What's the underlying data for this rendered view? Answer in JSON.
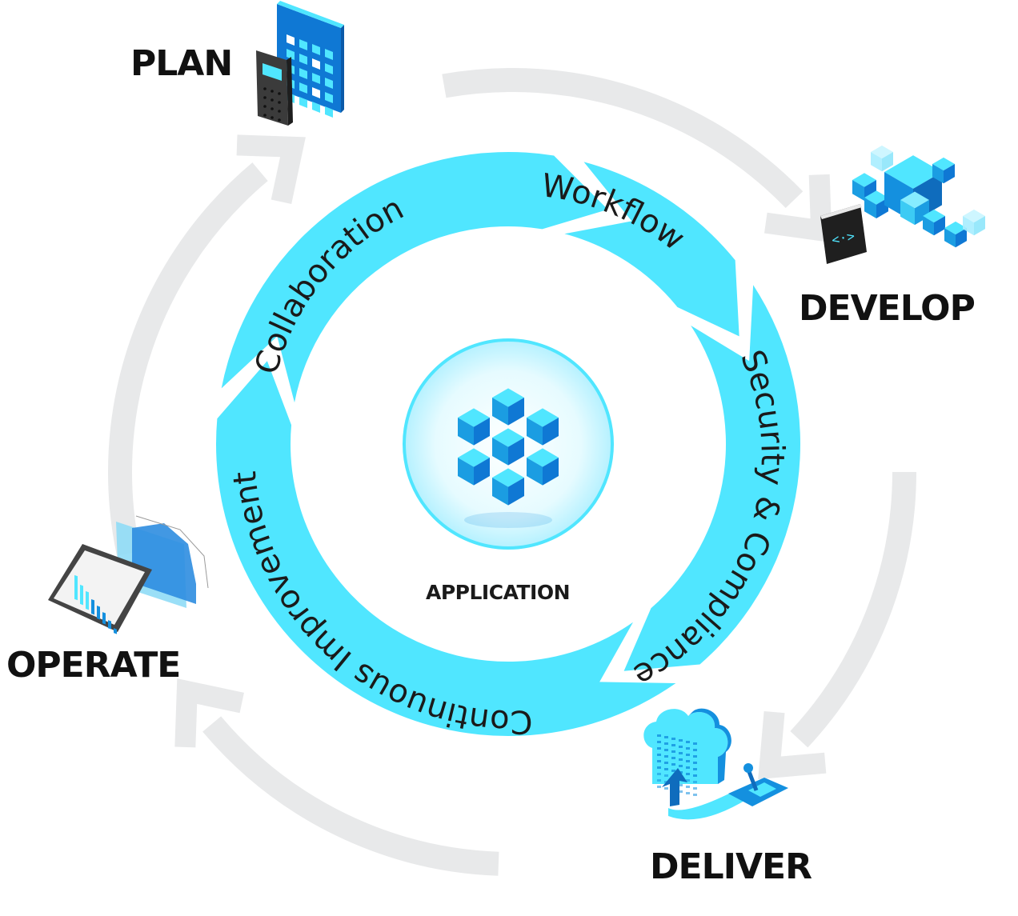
{
  "title": "DevOps lifecycle",
  "center": {
    "label": "APPLICATION",
    "icon": "cube-cluster-icon"
  },
  "inner_ring": {
    "color": "#50e6ff",
    "segments": [
      {
        "label": "Collaboration"
      },
      {
        "label": "Workflow"
      },
      {
        "label": "Security & Compliance"
      },
      {
        "label": "Continuous Improvement"
      }
    ]
  },
  "outer_ring": {
    "color": "#e8e9ea"
  },
  "stages": [
    {
      "label": "PLAN",
      "icon": "calendar-calculator-icon"
    },
    {
      "label": "DEVELOP",
      "icon": "code-cubes-icon"
    },
    {
      "label": "DELIVER",
      "icon": "cloud-deploy-icon"
    },
    {
      "label": "OPERATE",
      "icon": "monitor-chart-icon"
    }
  ],
  "colors": {
    "accent": "#50e6ff",
    "blue": "#1490df",
    "dark_blue": "#0f6cbd",
    "text": "#111111"
  }
}
